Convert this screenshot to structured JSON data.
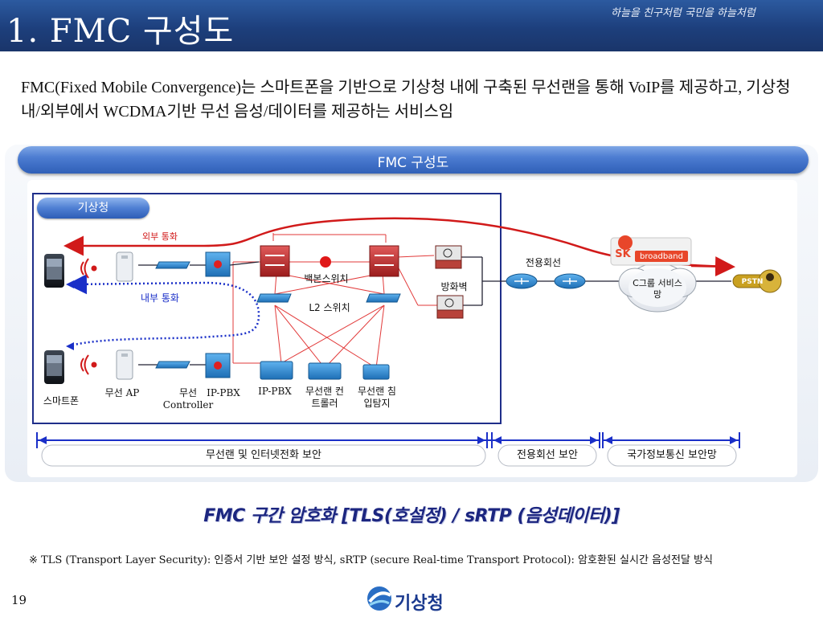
{
  "header": {
    "title": "1. FMC 구성도",
    "slogan": "하늘을 친구처럼 국민을 하늘처럼"
  },
  "intro": "FMC(Fixed Mobile Convergence)는 스마트폰을 기반으로 기상청 내에 구축된 무선랜을 통해 VoIP를  제공하고, 기상청 내/외부에서 WCDMA기반 무선 음성/데이터를 제공하는 서비스임",
  "diagram": {
    "banner": "FMC 구성도",
    "org_label": "기상청",
    "external_call": "외부 통화",
    "internal_call": "내부 통화",
    "backbone_switch": "백본스위치",
    "l2_switch": "L2 스위치",
    "firewall": "방화벽",
    "dedicated_line": "전용회선",
    "c_group": "C그룹 서비스망",
    "pstn": "PSTN",
    "carrier": "broadband",
    "carrier_brand": "SK",
    "bottom_labels": {
      "smartphone": "스마트폰",
      "wireless_ap": "무선 AP",
      "wireless_controller": "무선 Controller",
      "ip_pbx_1": "IP-PBX",
      "ip_pbx_2": "IP-PBX",
      "wlan_controller": "무선랜 컨트롤러",
      "wlan_ips": "무선랜 침입탐지"
    },
    "security_zones": [
      "무선랜 및 인터넷전화 보안",
      "전용회선 보안",
      "국가정보통신 보안망"
    ]
  },
  "headline": "FMC 구간 암호화 [TLS(호설정) / sRTP (음성데이터)]",
  "footnote": "※ TLS (Transport Layer Security): 인증서 기반  보안 설정 방식, sRTP (secure Real-time Transport Protocol): 암호환된 실시간 음성전달 방식",
  "footer": {
    "page_number": "19",
    "logo_text": "기상청"
  },
  "colors": {
    "title_bar": "#1d3f7c",
    "banner": "#4d7dd2",
    "frame_border": "#1f2e8a",
    "external_call_line": "#d11a1a",
    "internal_call_line": "#1a2fc8",
    "bracket": "#1a2fc8"
  }
}
